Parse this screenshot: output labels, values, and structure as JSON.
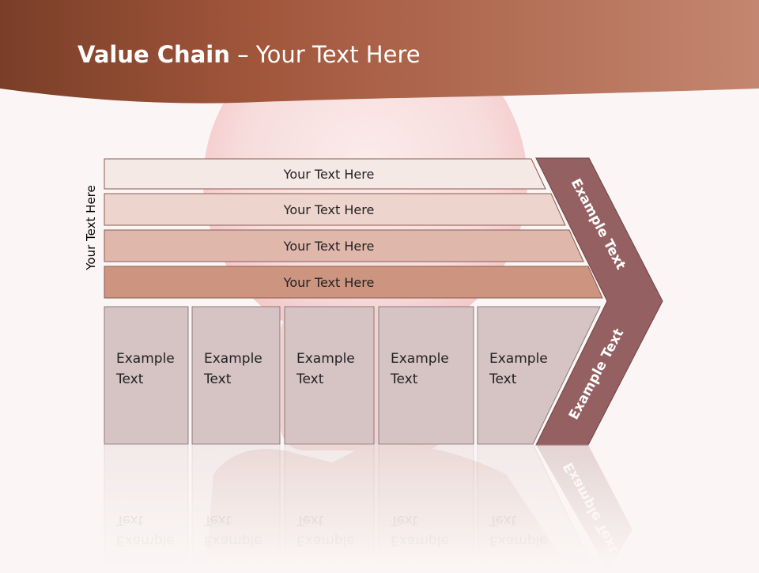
{
  "title": {
    "bold": "Value Chain",
    "rest": " – Your Text Here"
  },
  "side_label": "Your Text Here",
  "support_rows": [
    {
      "label": "Your Text Here"
    },
    {
      "label": "Your Text Here"
    },
    {
      "label": "Your Text Here"
    },
    {
      "label": "Your Text Here"
    }
  ],
  "primary_boxes": [
    {
      "line1": "Example",
      "line2": "Text"
    },
    {
      "line1": "Example",
      "line2": "Text"
    },
    {
      "line1": "Example",
      "line2": "Text"
    },
    {
      "line1": "Example",
      "line2": "Text"
    },
    {
      "line1": "Example",
      "line2": "Text"
    }
  ],
  "chevron": {
    "upper_label": "Example Text",
    "lower_label": "Example Text"
  },
  "colors": {
    "banner_dark": "#7a3e28",
    "banner_light": "#c48670",
    "row1": "#f5e9e6",
    "row2": "#edd5ce",
    "row3": "#e0b8ab",
    "row4": "#cd9580",
    "box": "#d6c3c4",
    "chevron": "#956061"
  }
}
